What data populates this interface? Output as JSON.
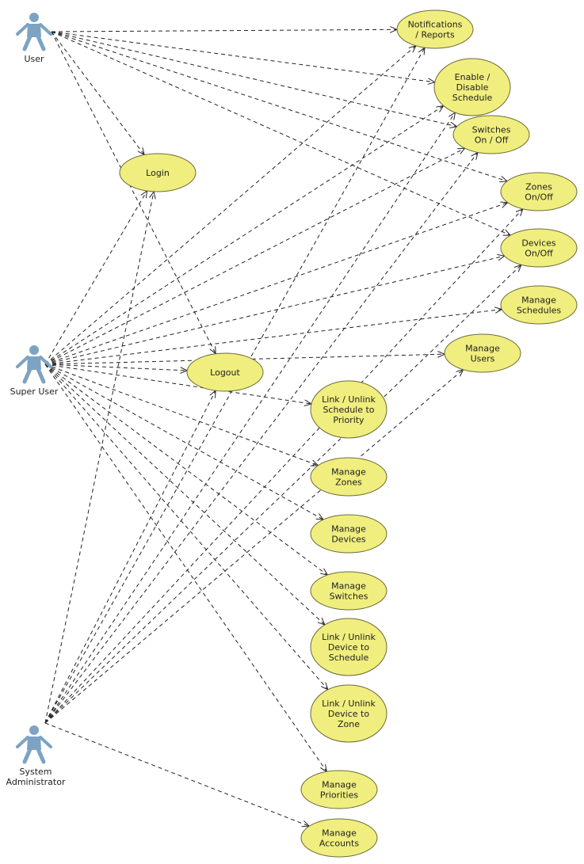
{
  "colors": {
    "usecase_fill": "#f0ee7e",
    "usecase_stroke": "#6b6b3a",
    "actor": "#7ea3c2",
    "line": "#222222"
  },
  "actors": [
    {
      "id": "user",
      "label": [
        "User"
      ]
    },
    {
      "id": "super",
      "label": [
        "Super User"
      ]
    },
    {
      "id": "admin",
      "label": [
        "System",
        "Administrator"
      ]
    }
  ],
  "usecases": [
    {
      "id": "notif",
      "label": [
        "Notifications",
        "/ Reports"
      ]
    },
    {
      "id": "enable",
      "label": [
        "Enable /",
        "Disable",
        "Schedule"
      ]
    },
    {
      "id": "switches",
      "label": [
        "Switches",
        "On / Off"
      ]
    },
    {
      "id": "login",
      "label": [
        "Login"
      ]
    },
    {
      "id": "zones_onoff",
      "label": [
        "Zones",
        "On/Off"
      ]
    },
    {
      "id": "devices_onoff",
      "label": [
        "Devices",
        "On/Off"
      ]
    },
    {
      "id": "manage_schedules",
      "label": [
        "Manage",
        "Schedules"
      ]
    },
    {
      "id": "manage_users",
      "label": [
        "Manage",
        "Users"
      ]
    },
    {
      "id": "logout",
      "label": [
        "Logout"
      ]
    },
    {
      "id": "link_sched_prio",
      "label": [
        "Link / Unlink",
        "Schedule to",
        "Priority"
      ]
    },
    {
      "id": "manage_zones",
      "label": [
        "Manage",
        "Zones"
      ]
    },
    {
      "id": "manage_devices",
      "label": [
        "Manage",
        "Devices"
      ]
    },
    {
      "id": "manage_switches",
      "label": [
        "Manage",
        "Switches"
      ]
    },
    {
      "id": "link_dev_sched",
      "label": [
        "Link / Unlink",
        "Device to",
        "Schedule"
      ]
    },
    {
      "id": "link_dev_zone",
      "label": [
        "Link / Unlink",
        "Device to",
        "Zone"
      ]
    },
    {
      "id": "manage_priorities",
      "label": [
        "Manage",
        "Priorities"
      ]
    },
    {
      "id": "manage_accounts",
      "label": [
        "Manage",
        "Accounts"
      ]
    }
  ],
  "associations": [
    [
      "user",
      "notif"
    ],
    [
      "user",
      "enable"
    ],
    [
      "user",
      "switches"
    ],
    [
      "user",
      "zones_onoff"
    ],
    [
      "user",
      "devices_onoff"
    ],
    [
      "user",
      "login"
    ],
    [
      "user",
      "logout"
    ],
    [
      "super",
      "login"
    ],
    [
      "super",
      "notif"
    ],
    [
      "super",
      "enable"
    ],
    [
      "super",
      "switches"
    ],
    [
      "super",
      "zones_onoff"
    ],
    [
      "super",
      "devices_onoff"
    ],
    [
      "super",
      "manage_schedules"
    ],
    [
      "super",
      "logout"
    ],
    [
      "super",
      "manage_users"
    ],
    [
      "super",
      "link_sched_prio"
    ],
    [
      "super",
      "manage_zones"
    ],
    [
      "super",
      "manage_devices"
    ],
    [
      "super",
      "manage_switches"
    ],
    [
      "super",
      "link_dev_sched"
    ],
    [
      "super",
      "link_dev_zone"
    ],
    [
      "super",
      "manage_priorities"
    ],
    [
      "admin",
      "login"
    ],
    [
      "admin",
      "logout"
    ],
    [
      "admin",
      "notif"
    ],
    [
      "admin",
      "enable"
    ],
    [
      "admin",
      "switches"
    ],
    [
      "admin",
      "zones_onoff"
    ],
    [
      "admin",
      "devices_onoff"
    ],
    [
      "admin",
      "manage_users"
    ],
    [
      "admin",
      "manage_accounts"
    ]
  ]
}
